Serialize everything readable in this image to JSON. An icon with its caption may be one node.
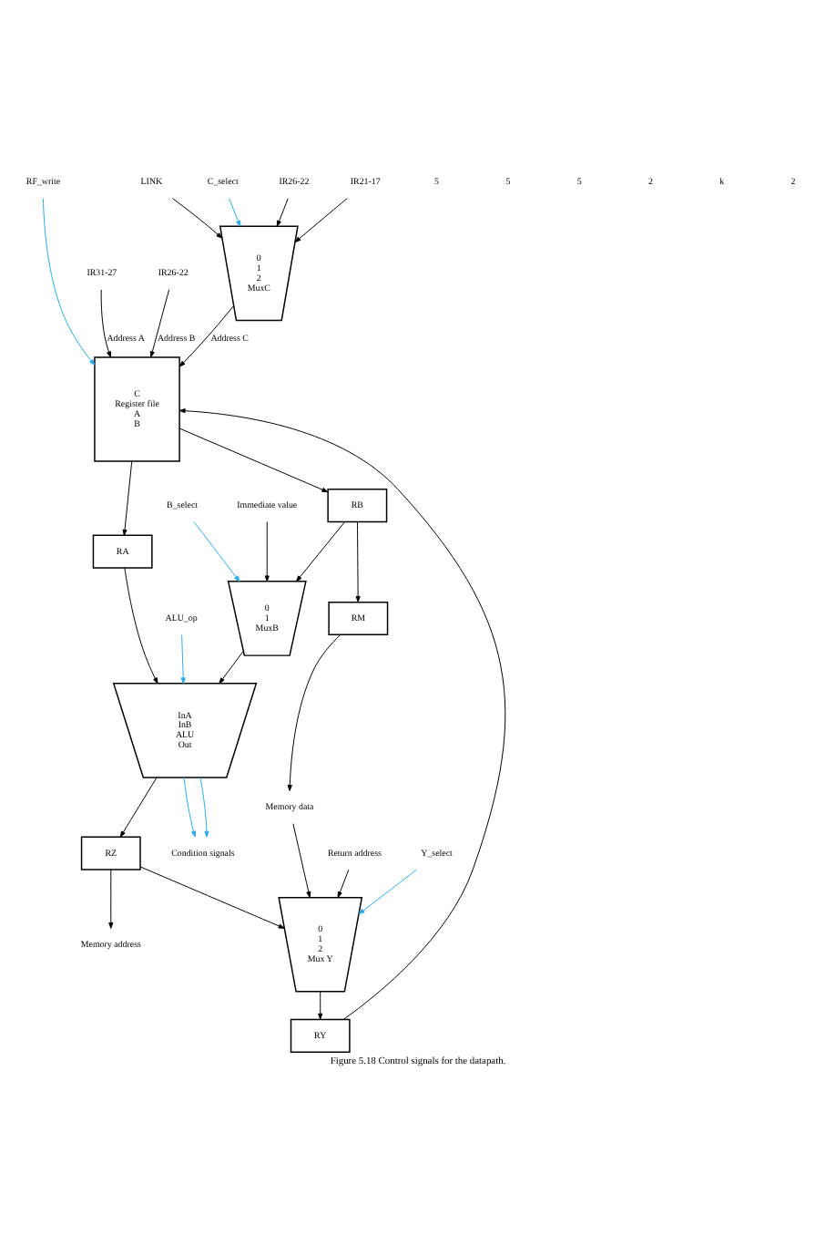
{
  "diagram": {
    "caption": "Figure 5.18 Control signals for the datapath.",
    "nodes": [
      {
        "text": [
          "RF_write"
        ]
      },
      {
        "text": [
          "IR31-27"
        ]
      },
      {
        "text": [
          "IR26-22"
        ]
      },
      {
        "text": [
          "C",
          "Register file",
          "A",
          "B"
        ]
      },
      {
        "text": [
          "IR26-22"
        ]
      },
      {
        "text": [
          "IR21-17"
        ]
      },
      {
        "text": [
          "LINK"
        ]
      },
      {
        "text": [
          "0",
          "1",
          "2",
          "MuxC"
        ]
      },
      {
        "text": [
          "C_select"
        ]
      },
      {
        "text": [
          "RA"
        ]
      },
      {
        "text": [
          "RB"
        ]
      },
      {
        "text": [
          "B_select"
        ]
      },
      {
        "text": [
          "Immediate value"
        ]
      },
      {
        "text": [
          "0",
          "1",
          "MuxB"
        ]
      },
      {
        "text": [
          "ALU_op"
        ]
      },
      {
        "text": [
          "InA",
          "InB",
          "ALU",
          "Out"
        ]
      },
      {
        "text": [
          "Condition signals"
        ]
      },
      {
        "text": [
          "RZ"
        ]
      },
      {
        "text": [
          "RM"
        ]
      },
      {
        "text": [
          "Memory address"
        ]
      },
      {
        "text": [
          "Memory data"
        ]
      },
      {
        "text": [
          "Return address"
        ]
      },
      {
        "text": [
          "Y_select"
        ]
      },
      {
        "text": [
          "0",
          "1",
          "2",
          "Mux Y"
        ]
      },
      {
        "text": [
          "RY"
        ]
      }
    ],
    "edges": [
      {
        "from": 0,
        "to": 3,
        "arrow": "to",
        "color": "#29abe2"
      },
      {
        "from": 1,
        "to": 3,
        "arrow": "to",
        "label": "Address A"
      },
      {
        "from": 2,
        "to": 3,
        "arrow": "to",
        "label": "Address B"
      },
      {
        "from": 4,
        "to": 7,
        "arrow": "to"
      },
      {
        "from": 5,
        "to": 7,
        "arrow": "to"
      },
      {
        "from": 6,
        "to": 7,
        "arrow": "to"
      },
      {
        "from": 8,
        "to": 7,
        "arrow": "to",
        "color": "#29abe2"
      },
      {
        "from": 7,
        "to": 3,
        "arrow": "to",
        "label": "Address C"
      },
      {
        "from": 3,
        "to": 9,
        "arrow": "to"
      },
      {
        "from": 3,
        "to": 10,
        "arrow": "to"
      },
      {
        "from": 10,
        "to": 13,
        "arrow": "to"
      },
      {
        "from": 10,
        "to": 18,
        "arrow": "to"
      },
      {
        "from": 11,
        "to": 13,
        "arrow": "to",
        "color": "#29abe2"
      },
      {
        "from": 12,
        "to": 13,
        "arrow": "to"
      },
      {
        "from": 9,
        "to": 15,
        "arrow": "to"
      },
      {
        "from": 13,
        "to": 15,
        "arrow": "to"
      },
      {
        "from": 14,
        "to": 15,
        "arrow": "to",
        "color": "#29abe2"
      },
      {
        "from": 15,
        "to": 16,
        "arrow": "to",
        "color": "#29abe2"
      },
      {
        "from": 15,
        "to": 16,
        "arrow": "to",
        "color": "#29abe2"
      },
      {
        "from": 15,
        "to": 17,
        "arrow": "to"
      },
      {
        "from": 17,
        "to": 19,
        "arrow": "to"
      },
      {
        "from": 18,
        "to": 20,
        "arrow": "to"
      },
      {
        "from": 17,
        "to": 23,
        "arrow": "to"
      },
      {
        "from": 20,
        "to": 23,
        "arrow": "to"
      },
      {
        "from": 21,
        "to": 23,
        "arrow": "to"
      },
      {
        "from": 22,
        "to": 23,
        "arrow": "to",
        "color": "#29abe2"
      },
      {
        "from": 23,
        "to": 24,
        "arrow": "to"
      },
      {
        "from": 24,
        "to": 3,
        "arrow": "to"
      }
    ],
    "labels": [
      "5",
      "5",
      "5",
      "2",
      "k",
      "2"
    ]
  }
}
